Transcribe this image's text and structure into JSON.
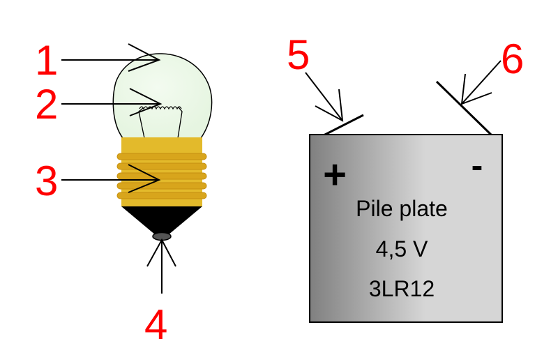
{
  "callouts": {
    "glass_bulb": "1",
    "filament": "2",
    "screw_base": "3",
    "bottom_contact": "4",
    "positive_terminal": "5",
    "negative_terminal": "6"
  },
  "battery": {
    "plus_sign": "+",
    "minus_sign": "-",
    "line1": "Pile plate",
    "line2": "4,5 V",
    "line3": "3LR12"
  },
  "colors": {
    "callout": "#ff0000",
    "arrow": "#000000",
    "bulb_glass": "#e6f5e1",
    "screw_base": "#e3ba2b",
    "screw_thread": "#d8a51c",
    "insulator": "#000000",
    "contact": "#555555",
    "battery_dark": "#808080",
    "battery_light": "#d6d6d6"
  },
  "icons": {
    "lamp": "light-bulb-icon",
    "battery": "flat-battery-icon"
  }
}
